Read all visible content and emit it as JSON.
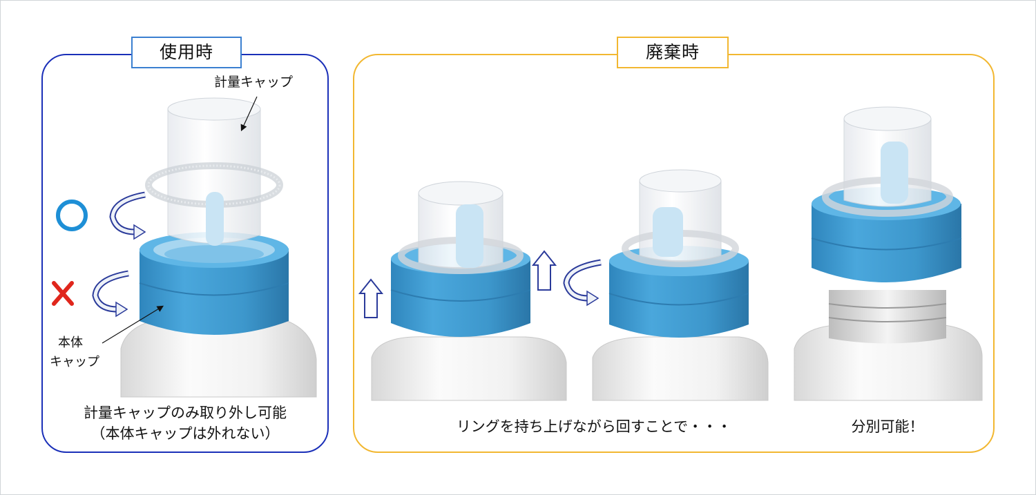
{
  "use_panel": {
    "title": "使用時",
    "label_measuring_cap": "計量キャップ",
    "label_body_cap_line1": "本体",
    "label_body_cap_line2": "キャップ",
    "caption_line1": "計量キャップのみ取り外し可能",
    "caption_line2": "（本体キャップは外れない）"
  },
  "disposal_panel": {
    "title": "廃棄時",
    "caption_rotate": "リングを持ち上げながら回すことで・・・",
    "caption_separable": "分別可能！"
  },
  "colors": {
    "use_border": "#1a2fb8",
    "disposal_border": "#f2b730",
    "cap_blue": "#3f9fd3",
    "ok_circle": "#1e8fd6",
    "ng_cross": "#e0261c"
  }
}
